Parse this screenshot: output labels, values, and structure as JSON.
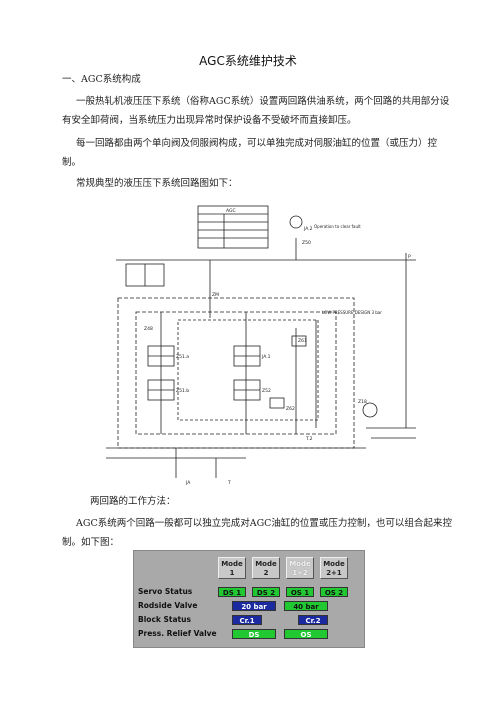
{
  "doc": {
    "title": "AGC系统维护技术",
    "heading_1": "一、AGC系统构成",
    "para_1": "一般热轧机液压压下系统（俗称AGC系统）设置两回路供油系统，两个回路的共用部分设有安全卸荷阀，当系统压力出现异常时保护设备不受破坏而直接卸压。",
    "para_2": "每一回路都由两个单向阀及伺服阀构成，可以单独完成对伺服油缸的位置（或压力）控制。",
    "para_3": "常规典型的液压压下系统回路图如下：",
    "para_4": "两回路的工作方法：",
    "para_5": "AGC系统两个回路一般都可以独立完成对AGC油缸的位置或压力控制，也可以组合起来控制。如下图："
  },
  "schematic": {
    "title_block": "AGC",
    "labels": [
      "JA.2",
      "Z50",
      "Z48",
      "Z51.a",
      "Z51.b",
      "JA.1",
      "Z52",
      "Z61",
      "Z62",
      "ZM",
      "Z18",
      "JA",
      "T.2",
      "P",
      "T"
    ],
    "notes": [
      "Operation to clear fault",
      "LOW PRESSURE DESIGN 3 bar"
    ]
  },
  "panel": {
    "modes": [
      {
        "label": "Mode\n1",
        "enabled": true
      },
      {
        "label": "Mode\n2",
        "enabled": true
      },
      {
        "label": "Mode\n1+2",
        "enabled": false
      },
      {
        "label": "Mode\n2+1",
        "enabled": true
      }
    ],
    "rows": [
      {
        "label": "Servo Status",
        "cells": [
          "DS 1",
          "DS 2",
          "OS 1",
          "OS 2"
        ]
      },
      {
        "label": "Rodside Valve",
        "cells": [
          "20 bar",
          "40 bar"
        ]
      },
      {
        "label": "Block Status",
        "cells": [
          "Cr.1",
          "Cr.2"
        ]
      },
      {
        "label": "Press. Relief Valve",
        "cells": [
          "DS",
          "OS"
        ]
      }
    ],
    "colors": {
      "green": "#22c832",
      "blue": "#1c2aa0",
      "panel_bg": "#a9a9a9"
    }
  }
}
